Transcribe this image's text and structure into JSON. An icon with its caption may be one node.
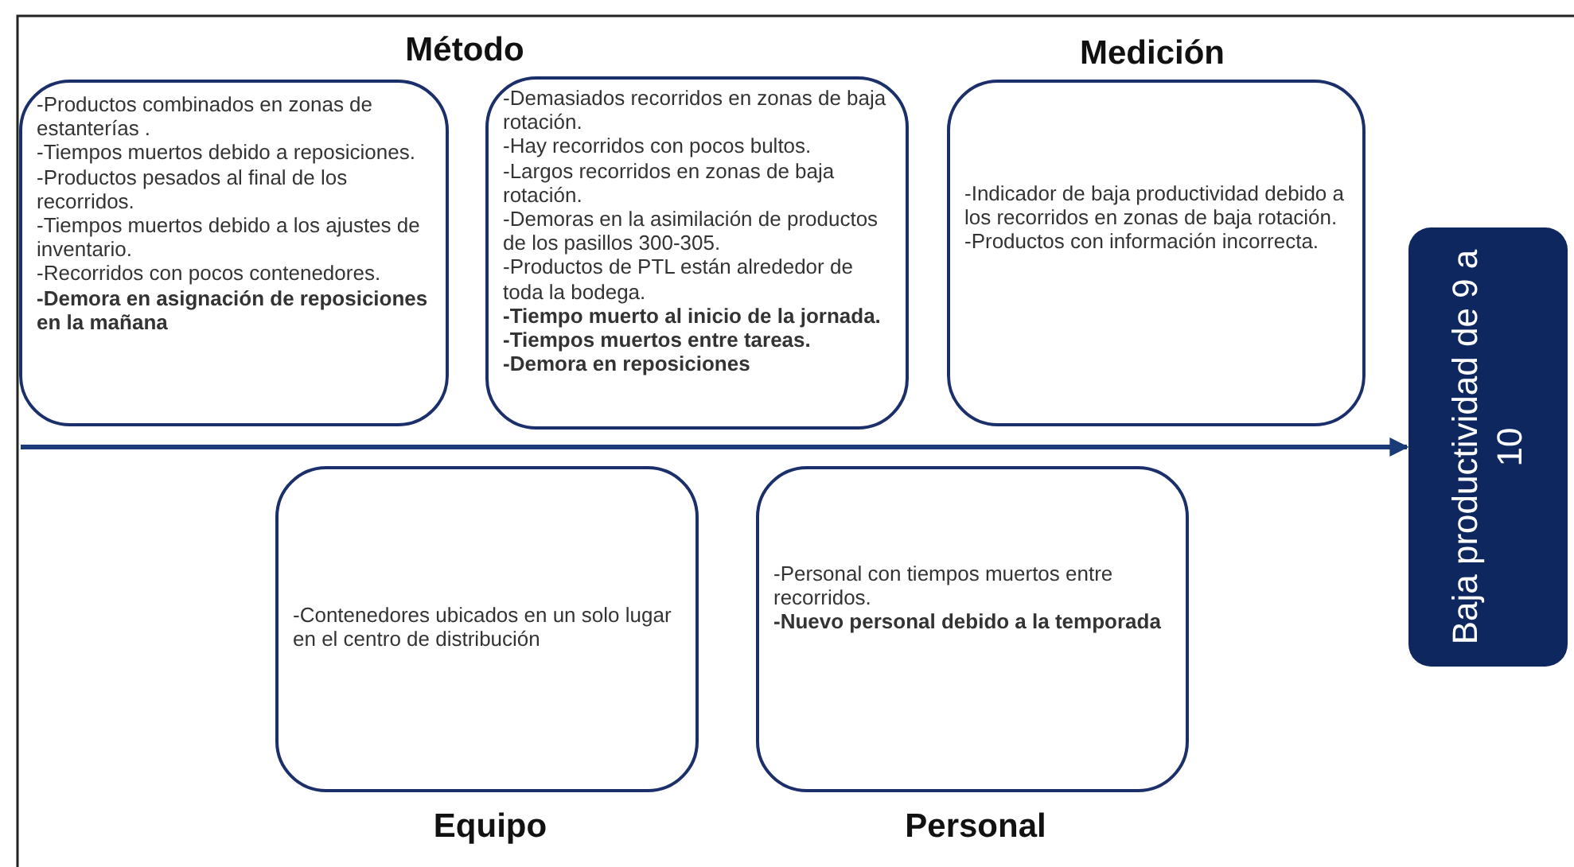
{
  "diagram": {
    "nodes": [
      {
        "text": [
          "-Productos combinados en zonas de estanterías .",
          "-Tiempos muertos debido a reposiciones.",
          "-Productos pesados al final de los recorridos.",
          "-Tiempos muertos debido a los ajustes de inventario.",
          "-Recorridos con pocos contenedores.",
          "**-Demora en asignación de reposiciones en la mañana**"
        ]
      },
      {
        "text": [
          "-Demasiados recorridos en zonas de baja rotación.",
          "-Hay recorridos con pocos bultos.",
          "-Largos recorridos en zonas de baja rotación.",
          "-Demoras en la asimilación de productos de los pasillos 300-305.",
          "-Productos de PTL están alrededor de toda la bodega.",
          "**-Tiempo muerto al inicio de la jornada.**",
          "**-Tiempos muertos entre tareas.**",
          "**-Demora en reposiciones**"
        ]
      },
      {
        "text": [
          "Medición",
          "-Indicador de baja productividad debido a los recorridos en zonas de baja rotación.",
          "-Productos con información incorrecta."
        ]
      },
      {
        "text": [
          "-Contenedores ubicados en un solo lugar en el centro de distribución",
          "Equipo"
        ]
      },
      {
        "text": [
          "-Personal con tiempos muertos entre recorridos.",
          "**-Nuevo personal debido a la temporada**",
          "Personal"
        ]
      },
      {
        "text": [
          "Baja productividad de 9 a 10"
        ]
      }
    ],
    "edges": [
      {
        "from": null,
        "to": 5,
        "arrow": "to"
      }
    ],
    "labels": [
      "Método"
    ]
  }
}
